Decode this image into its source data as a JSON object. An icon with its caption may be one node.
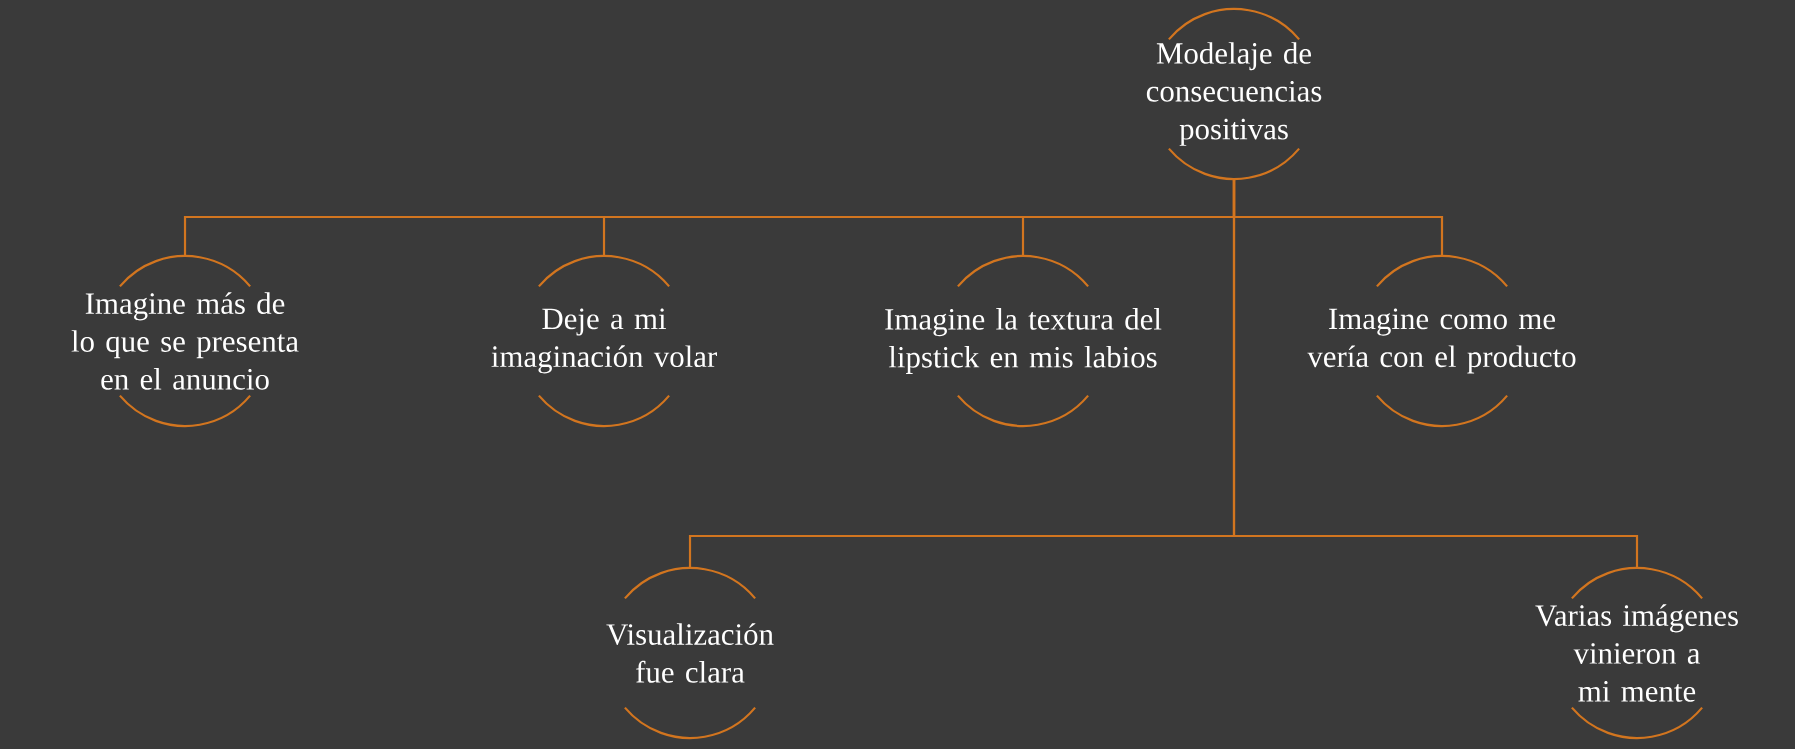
{
  "diagram": {
    "nodes": [
      {
        "text": [
          "Modelaje de consecuencias positivas"
        ]
      },
      {
        "text": [
          "Imagine más de lo que se presenta en el anuncio"
        ]
      },
      {
        "text": [
          "Deje a mi imaginación volar"
        ]
      },
      {
        "text": [
          "Imagine la textura del lipstick en mis labios"
        ]
      },
      {
        "text": [
          "Imagine como me vería con el producto"
        ]
      },
      {
        "text": [
          "Visualización fue clara"
        ]
      },
      {
        "text": [
          "Varias imágenes vinieron a mi mente"
        ]
      }
    ],
    "edges": [
      {
        "from": 0,
        "to": 1,
        "arrow": "none"
      },
      {
        "from": 0,
        "to": 2,
        "arrow": "none"
      },
      {
        "from": 0,
        "to": 3,
        "arrow": "none"
      },
      {
        "from": 0,
        "to": 4,
        "arrow": "none"
      },
      {
        "from": 0,
        "to": 5,
        "arrow": "none"
      },
      {
        "from": 0,
        "to": 6,
        "arrow": "none"
      }
    ]
  }
}
